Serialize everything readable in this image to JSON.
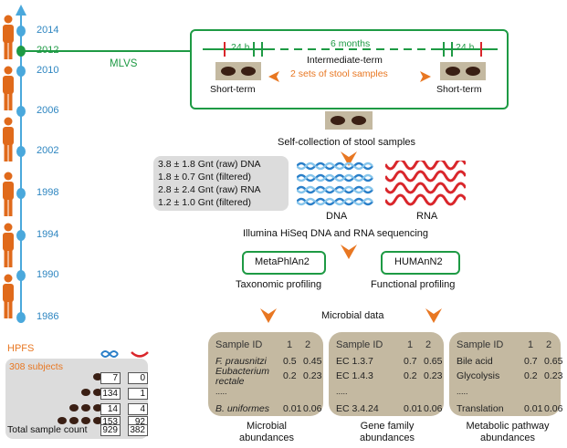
{
  "timeline": {
    "years": [
      "2014",
      "2012",
      "2010",
      "2006",
      "2002",
      "1998",
      "1994",
      "1990",
      "1986"
    ],
    "mlvs_label": "MLVS"
  },
  "study_design": {
    "short_duration": "24 h",
    "interval": "6 months",
    "intermediate_label": "Intermediate-term",
    "short_term_left": "Short-term",
    "short_term_right": "Short-term",
    "stool_sets": "2 sets of stool samples",
    "self_collection": "Self-collection of stool samples"
  },
  "sequencing": {
    "stats": [
      "3.8 ± 1.8 Gnt (raw) DNA",
      "1.8 ± 0.7 Gnt (filtered)",
      "2.8 ± 2.4 Gnt (raw) RNA",
      "1.2 ± 1.0 Gnt (filtered)"
    ],
    "dna_label": "DNA",
    "rna_label": "RNA",
    "platform": "Illumina HiSeq DNA and RNA sequencing"
  },
  "profiling": {
    "tool_tax": "MetaPhlAn2",
    "tool_func": "HUMAnN2",
    "tax_label": "Taxonomic profiling",
    "func_label": "Functional profiling",
    "microbial_data": "Microbial data"
  },
  "cohort": {
    "name": "HPFS",
    "subjects": "308 subjects",
    "dna_counts": [
      "7",
      "134",
      "14",
      "153"
    ],
    "rna_counts": [
      "0",
      "1",
      "4",
      "92"
    ],
    "total_label": "Total sample count",
    "dna_total": "929",
    "rna_total": "382"
  },
  "tables": [
    {
      "caption": "Microbial abundances",
      "header": [
        "Sample ID",
        "1",
        "2"
      ],
      "rows": [
        [
          "F. prausnitzi",
          "0.5",
          "0.45"
        ],
        [
          "Eubacterium rectale",
          "0.2",
          "0.23"
        ],
        [
          ".....",
          "",
          ""
        ],
        [
          "B. uniformes",
          "0.01",
          "0.06"
        ]
      ]
    },
    {
      "caption": "Gene family abundances",
      "header": [
        "Sample ID",
        "1",
        "2"
      ],
      "rows": [
        [
          "EC 1.3.7",
          "0.7",
          "0.65"
        ],
        [
          "EC 1.4.3",
          "0.2",
          "0.23"
        ],
        [
          ".....",
          "",
          ""
        ],
        [
          "EC 3.4.24",
          "0.01",
          "0.06"
        ]
      ]
    },
    {
      "caption": "Metabolic pathway abundances",
      "header": [
        "Sample ID",
        "1",
        "2"
      ],
      "rows": [
        [
          "Bile acid",
          "0.7",
          "0.65"
        ],
        [
          "Glycolysis",
          "0.2",
          "0.23"
        ],
        [
          ".....",
          "",
          ""
        ],
        [
          "Translation",
          "0.01",
          "0.06"
        ]
      ]
    }
  ],
  "colors": {
    "timeline": "#4aa8dc",
    "accent_green": "#1e9a44",
    "arrow_orange": "#e87722",
    "person": "#e06a1b",
    "card": "#c4b9a1",
    "dna_blue": "#2a7fc8",
    "rna_red": "#d9262b"
  }
}
